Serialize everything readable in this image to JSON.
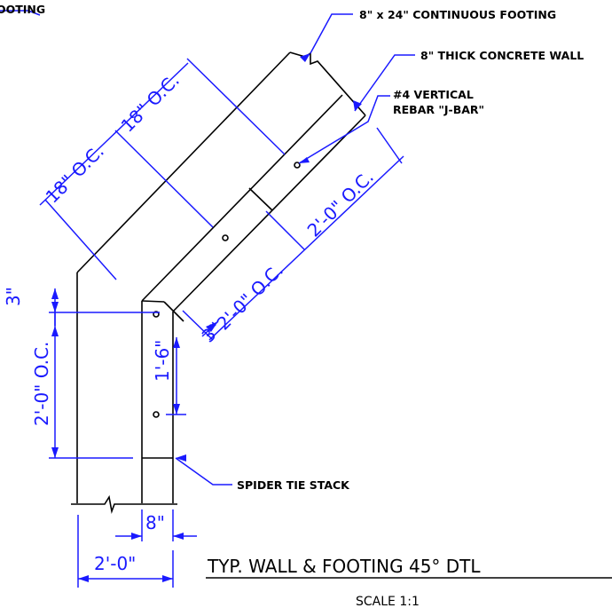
{
  "labels": {
    "footing_cut": "OOTING",
    "continuous_footing": "8\" x 24\" CONTINUOUS FOOTING",
    "concrete_wall": "8\" THICK CONCRETE WALL",
    "rebar_line1": "#4 VERTICAL",
    "rebar_line2": "REBAR \"J-BAR\"",
    "spider_tie": "SPIDER TIE STACK"
  },
  "dimensions": {
    "diag_oc_1": "18\" O.C.",
    "diag_oc_2": "18\" O.C.",
    "diag_spacing_1": "2'-0\" O.C.",
    "diag_spacing_2": "2'-0\" O.C.",
    "diag_3in": "3\"",
    "vert_3in": "3\"",
    "vert_spacing": "2'-0\" O.C.",
    "vert_1ft6": "1'-6\"",
    "wall_width": "8\"",
    "footing_width": "2'-0\""
  },
  "title": {
    "main": "TYP. WALL & FOOTING 45° DTL",
    "scale": "SCALE 1:1"
  },
  "colors": {
    "dimension": "#1a1aff",
    "linework": "#000000"
  }
}
